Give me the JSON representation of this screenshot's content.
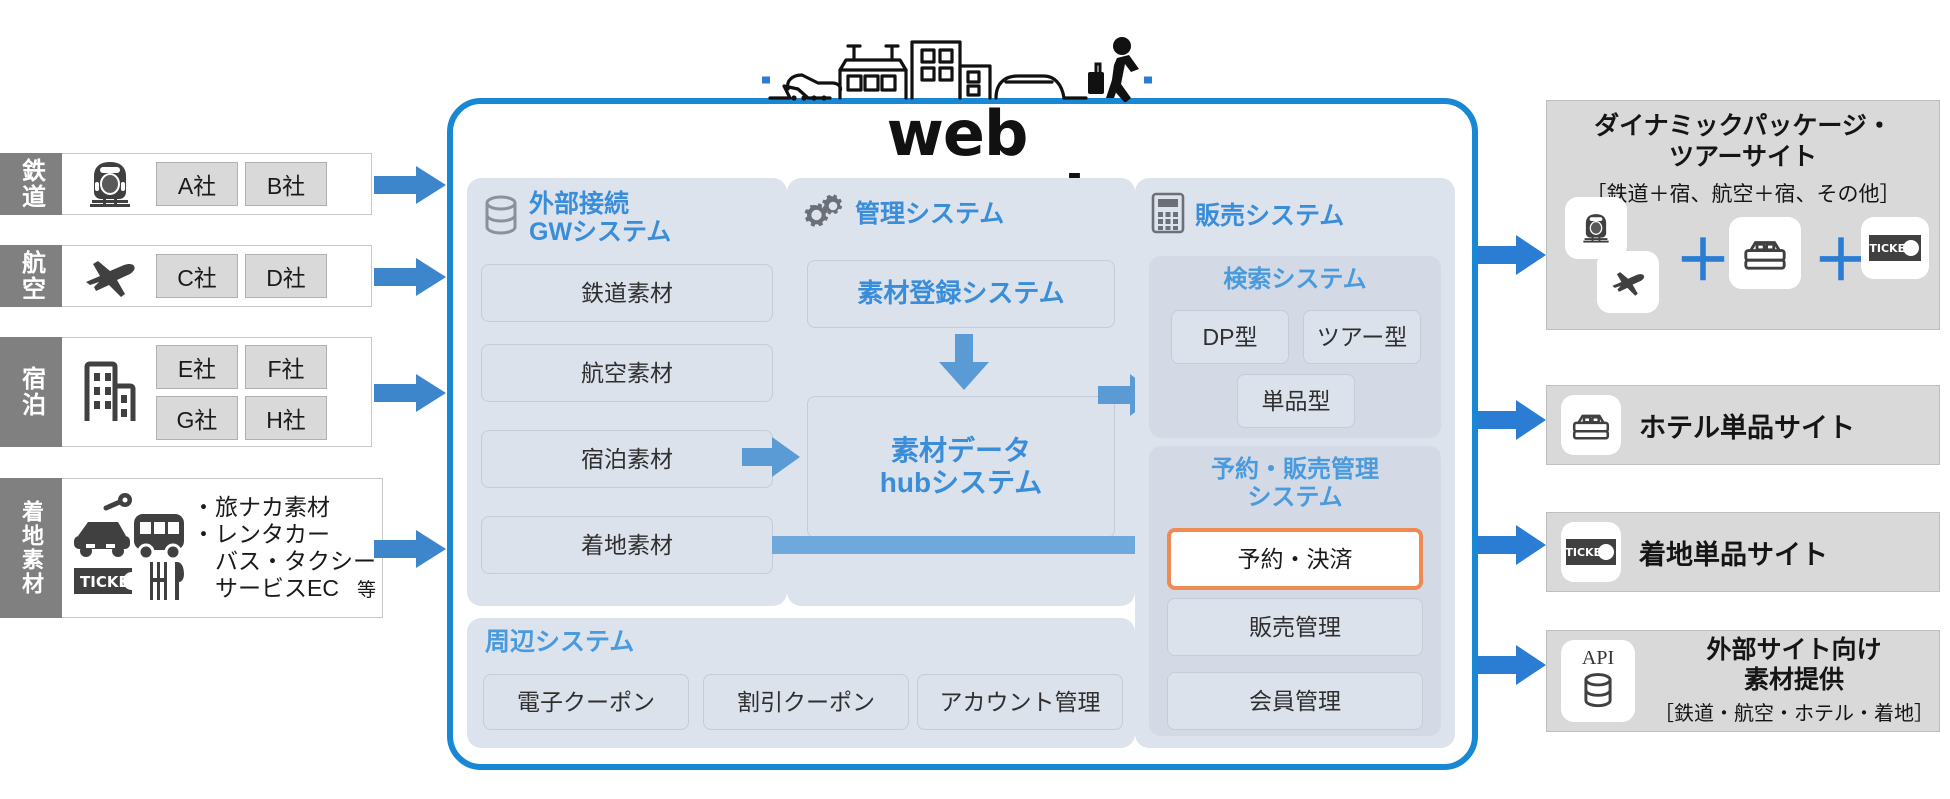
{
  "platform": {
    "logo_text": "web connect",
    "logo_icon": "city-skyline-travel-icon"
  },
  "sources": [
    {
      "tab_label": "鉄道",
      "icon": "train-icon",
      "companies": [
        "A社",
        "B社"
      ]
    },
    {
      "tab_label": "航空",
      "icon": "airplane-icon",
      "companies": [
        "C社",
        "D社"
      ]
    },
    {
      "tab_label": "宿泊",
      "icon": "building-icon",
      "companies": [
        "E社",
        "F社",
        "G社",
        "H社"
      ]
    },
    {
      "tab_label": "着地素材",
      "icon": "car-bus-ticket-food-icon",
      "bullets": [
        "・旅ナカ素材",
        "・レンタカー",
        "　バス・タクシー",
        "　サービスEC"
      ],
      "nado": "等"
    }
  ],
  "columns": {
    "gateway": {
      "icon": "database-icon",
      "title_line1": "外部接続",
      "title_line2": "GWシステム",
      "nodes": [
        "鉄道素材",
        "航空素材",
        "宿泊素材",
        "着地素材"
      ]
    },
    "management": {
      "icon": "gears-icon",
      "title": "管理システム",
      "nodes": [
        "素材登録システム",
        "素材データ\nhubシステム"
      ],
      "node_registration": "素材登録システム",
      "node_hub_line1": "素材データ",
      "node_hub_line2": "hubシステム"
    },
    "sales": {
      "icon": "calculator-icon",
      "title": "販売システム",
      "search": {
        "title": "検索システム",
        "items": [
          "DP型",
          "ツアー型",
          "単品型"
        ]
      },
      "reservation": {
        "title_line1": "予約・販売管理",
        "title_line2": "システム",
        "items": [
          "予約・決済",
          "販売管理",
          "会員管理"
        ],
        "highlighted": "予約・決済"
      }
    },
    "peripheral": {
      "title": "周辺システム",
      "nodes": [
        "電子クーポン",
        "割引クーポン",
        "アカウント管理"
      ]
    }
  },
  "outputs": [
    {
      "title_line1": "ダイナミックパッケージ・",
      "title_line2": "ツアーサイト",
      "subtitle": "［鉄道＋宿、航空＋宿、その他］",
      "icons": [
        "train-icon",
        "airplane-icon",
        "bed-icon",
        "ticket-icon"
      ],
      "ticket_label": "TICKET",
      "plus": "＋"
    },
    {
      "title": "ホテル単品サイト",
      "icon": "bed-icon"
    },
    {
      "title": "着地単品サイト",
      "icon": "ticket-icon",
      "ticket_label": "TICKET"
    },
    {
      "title_line1": "外部サイト向け",
      "title_line2": "素材提供",
      "subtitle": "［鉄道・航空・ホテル・着地］",
      "icon": "api-database-icon",
      "api_label": "API"
    }
  ],
  "colors": {
    "brand_blue": "#1887d4",
    "arrow_blue": "#3d86cc",
    "title_blue": "#3a8dd8",
    "highlight_orange": "#ef8a55",
    "tab_gray": "#808080",
    "panel_gray": "#d9d9d9"
  }
}
